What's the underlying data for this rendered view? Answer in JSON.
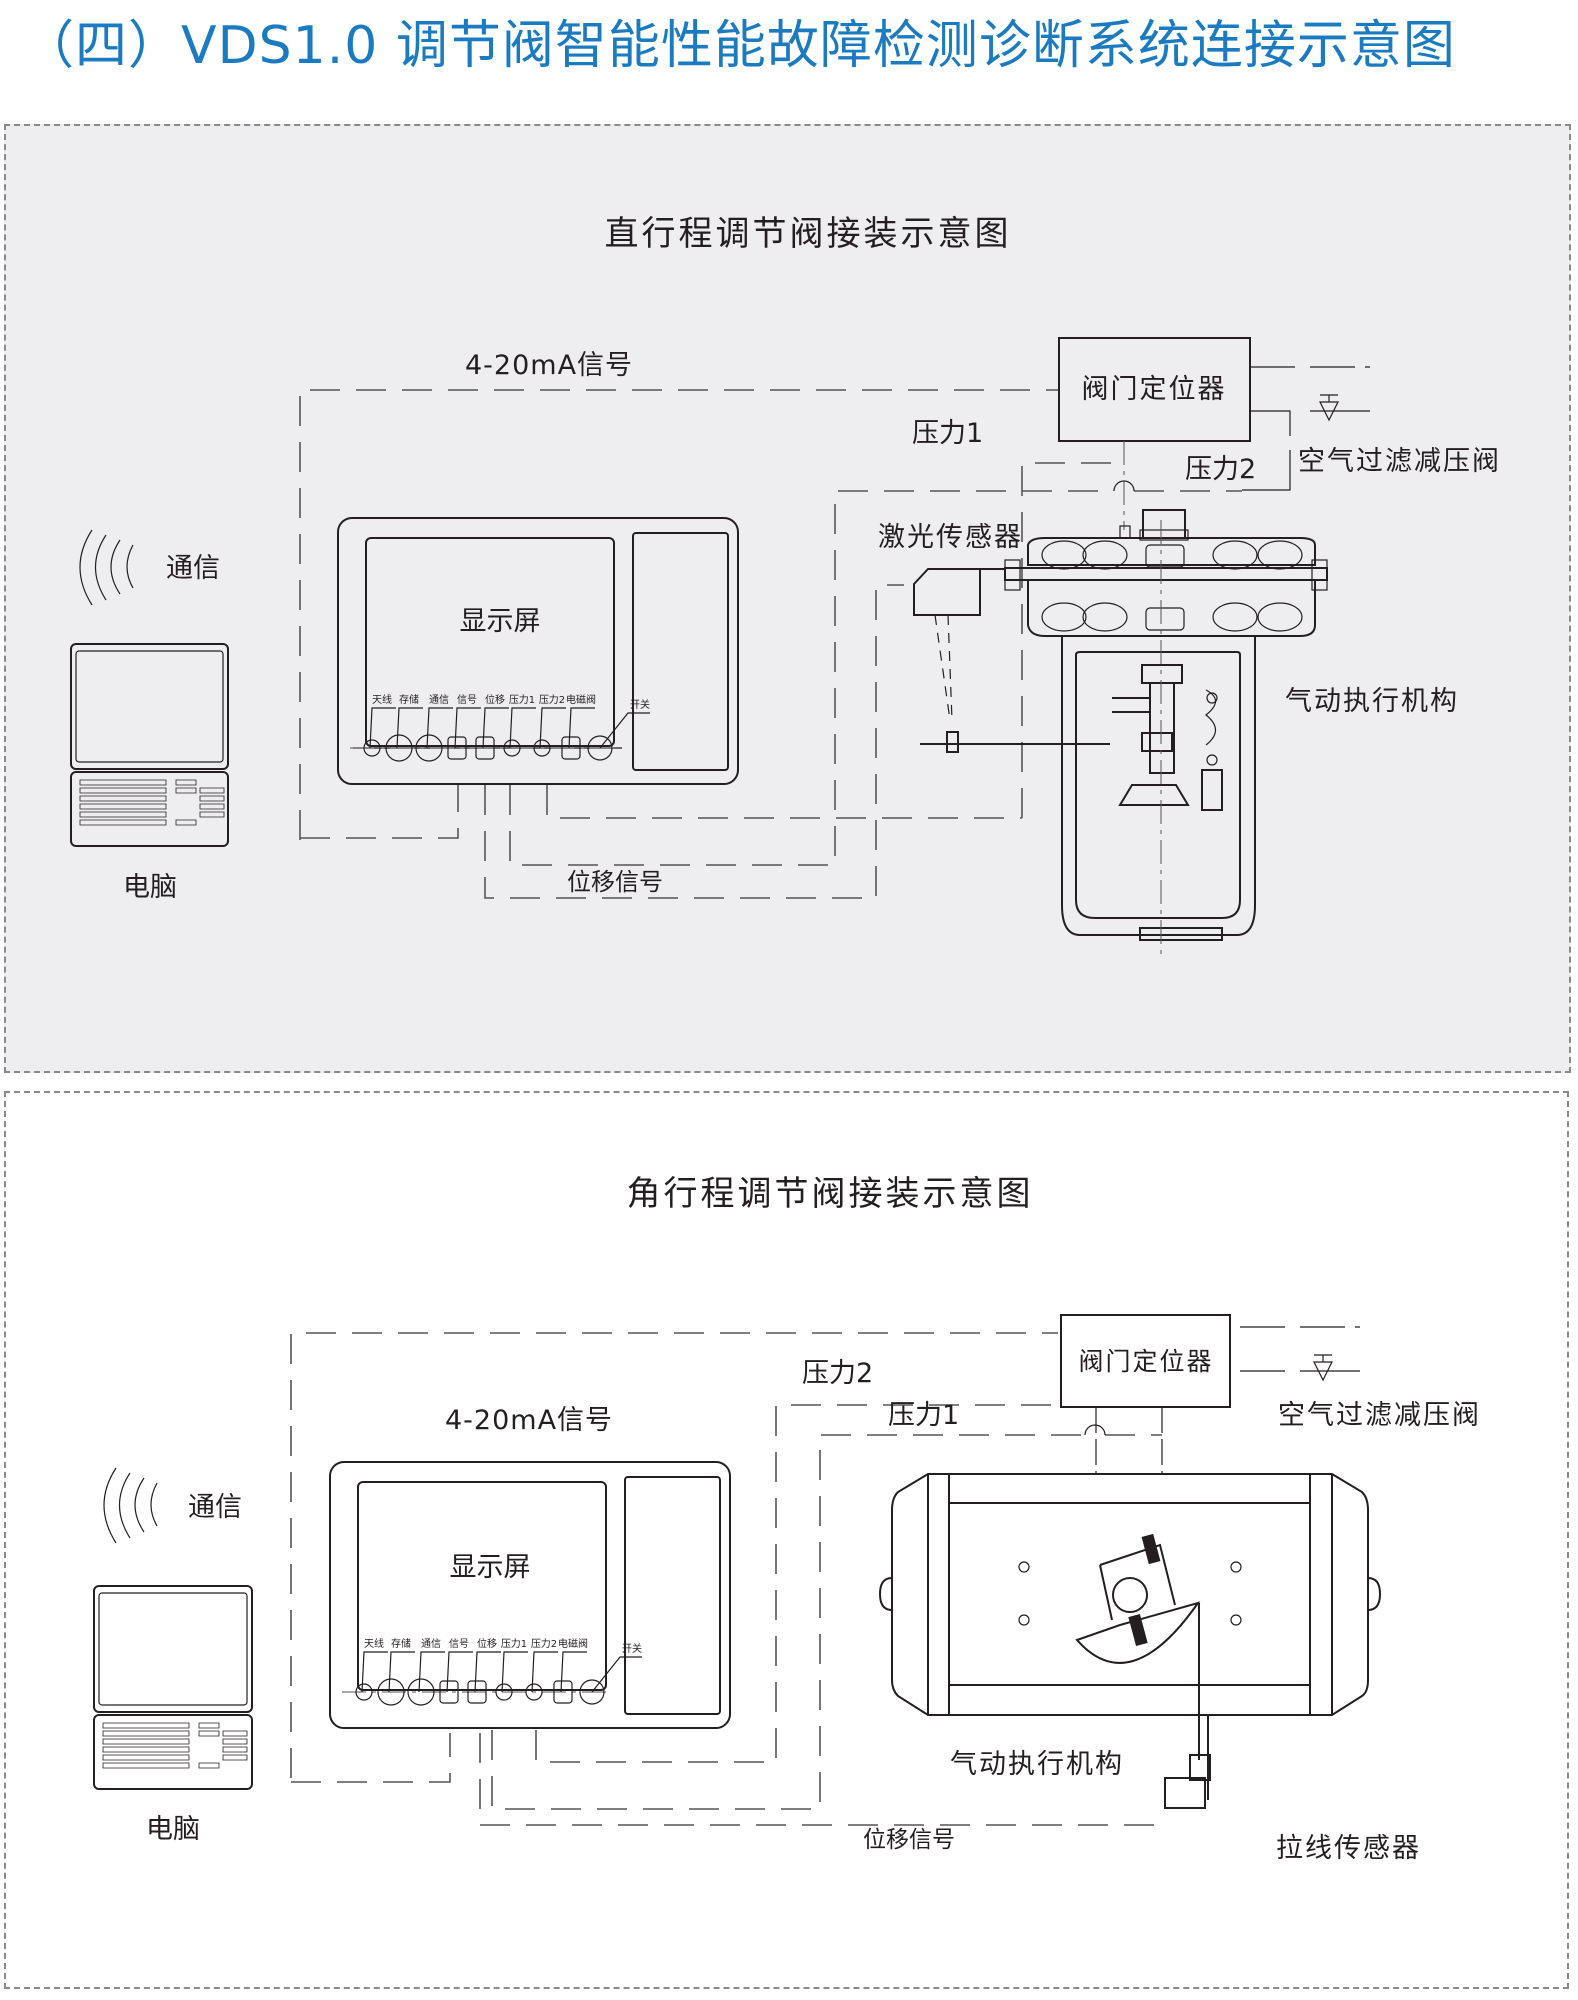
{
  "title": "（四）VDS1.0 调节阀智能性能故障检测诊断系统连接示意图",
  "colors": {
    "title": "#1b7bc1",
    "panel1_bg": "#eeedef",
    "panel2_bg": "#ffffff",
    "line": "#231f20"
  },
  "panel1": {
    "heading": "直行程调节阀接装示意图",
    "signal_label": "4-20mA信号",
    "positioner_label": "阀门定位器",
    "pressure1_label": "压力1",
    "pressure2_label": "压力2",
    "air_filter_label": "空气过滤减压阀",
    "laser_sensor_label": "激光传感器",
    "actuator_label": "气动执行机构",
    "comm_label": "通信",
    "computer_label": "电脑",
    "display_label": "显示屏",
    "displacement_label": "位移信号",
    "ports": [
      "天线",
      "存储",
      "通信",
      "信号",
      "位移",
      "压力1",
      "压力2",
      "电磁阀"
    ],
    "switch_label": "开关"
  },
  "panel2": {
    "heading": "角行程调节阀接装示意图",
    "signal_label": "4-20mA信号",
    "positioner_label": "阀门定位器",
    "pressure1_label": "压力1",
    "pressure2_label": "压力2",
    "air_filter_label": "空气过滤减压阀",
    "actuator_label": "气动执行机构",
    "wire_sensor_label": "拉线传感器",
    "comm_label": "通信",
    "computer_label": "电脑",
    "display_label": "显示屏",
    "displacement_label": "位移信号",
    "ports": [
      "天线",
      "存储",
      "通信",
      "信号",
      "位移",
      "压力1",
      "压力2",
      "电磁阀"
    ],
    "switch_label": "开关"
  }
}
